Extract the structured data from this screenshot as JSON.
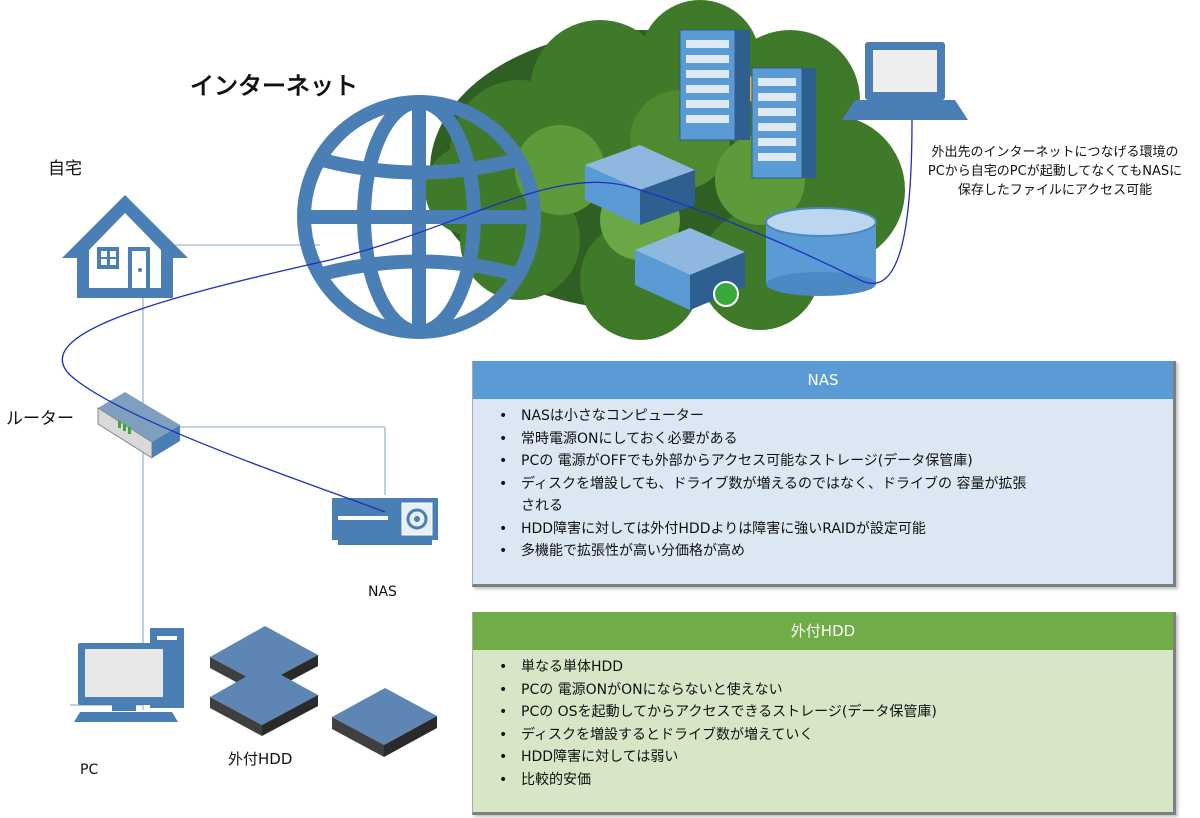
{
  "labels": {
    "internet": "インターネット",
    "home": "自宅",
    "router": "ルーター",
    "nas": "NAS",
    "pc": "PC",
    "external_hdd": "外付HDD"
  },
  "remote_note": [
    "外出先のインターネットにつなげる環境の",
    "PCから自宅のPCが起動してなくてもNASに",
    "保存したファイルにアクセス可能"
  ],
  "nas_box": {
    "title": "NAS",
    "items": [
      "NASは小さなコンピューター",
      "常時電源ONにしておく必要がある",
      "PCの 電源がOFFでも外部からアクセス可能なストレージ(データ保管庫)",
      "ディスクを増設しても、ドライブ数が増えるのではなく、ドライブの 容量が拡張",
      "HDD障害に対しては外付HDDよりは障害に強いRAIDが設定可能",
      "多機能で拡張性が高い分価格が高め"
    ],
    "item_continuation": "される"
  },
  "hdd_box": {
    "title": "外付HDD",
    "items": [
      "単なる単体HDD",
      "PCの 電源ONがONにならないと使えない",
      "PCの OSを起動してからアクセスできるストレージ(データ保管庫)",
      "ディスクを増設するとドライブ数が増えていく",
      "HDD障害に対しては弱い",
      "比較的安価"
    ]
  },
  "colors": {
    "icon_blue": "#4a7fb5",
    "nas_header": "#5b9bd5",
    "nas_body": "#dbe7f2",
    "hdd_header": "#70ad47",
    "hdd_body": "#d6e6c7",
    "cloud_green": "#3f7a2a",
    "connection_line": "#1f2fbf"
  },
  "icons": [
    "house-icon",
    "globe-icon",
    "router-icon",
    "nas-device-icon",
    "pc-icon",
    "hdd-icon",
    "laptop-icon",
    "server-icon",
    "database-icon",
    "cloud-icon"
  ]
}
